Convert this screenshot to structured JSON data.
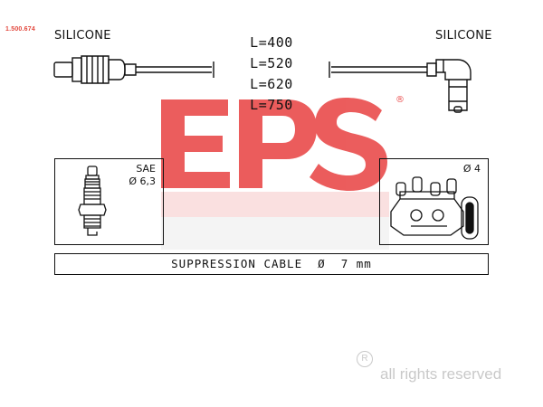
{
  "part_number": "1.500.674",
  "cable_left": {
    "material": "SILICONE"
  },
  "cable_right": {
    "material": "SILICONE"
  },
  "lengths": [
    "L=400",
    "L=520",
    "L=620",
    "L=750"
  ],
  "spark_plug_box": {
    "standard": "SAE",
    "diameter": "Ø 6,3"
  },
  "coil_box": {
    "diameter": "Ø 4"
  },
  "cable_spec": "SUPPRESSION CABLE  Ø  7 mm",
  "watermark": {
    "logo": "EPS",
    "color": "#e94b4b"
  },
  "copyright": {
    "symbol": "R",
    "text": "all rights reserved"
  }
}
